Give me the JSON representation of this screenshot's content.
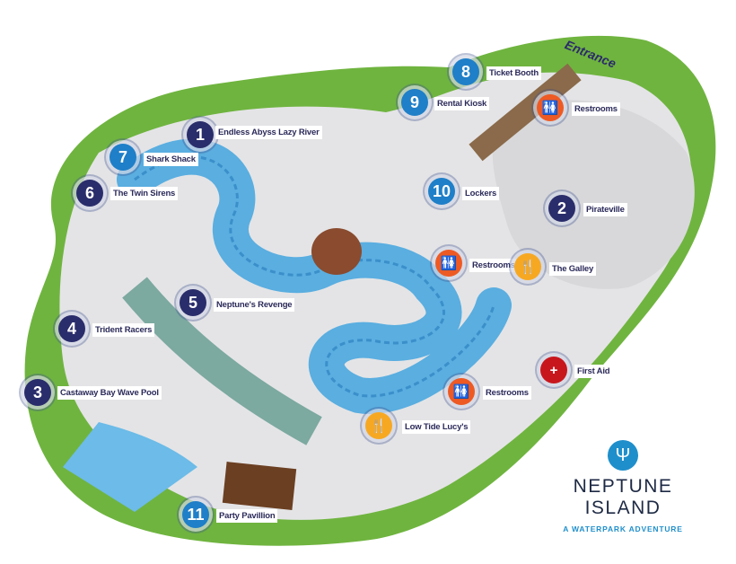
{
  "park": {
    "name": "NEPTUNE ISLAND",
    "tagline": "A WATERPARK ADVENTURE",
    "logo_icon": "trident-icon",
    "entrance_label": "Entrance"
  },
  "colors": {
    "numbered_attraction": "#2a2d6b",
    "numbered_service": "#1f7fc8",
    "restrooms": "#ee5a24",
    "food": "#f7a823",
    "first_aid": "#c8161d",
    "grass": "#6fb43f",
    "path": "#e4e4e6",
    "water": "#5aaee0"
  },
  "markers": [
    {
      "number": "1",
      "label": "Endless Abyss Lazy River",
      "kind": "numbered_attraction"
    },
    {
      "number": "2",
      "label": "Pirateville",
      "kind": "numbered_attraction"
    },
    {
      "number": "3",
      "label": "Castaway Bay Wave Pool",
      "kind": "numbered_attraction"
    },
    {
      "number": "4",
      "label": "Trident Racers",
      "kind": "numbered_attraction"
    },
    {
      "number": "5",
      "label": "Neptune's Revenge",
      "kind": "numbered_attraction"
    },
    {
      "number": "6",
      "label": "The Twin Sirens",
      "kind": "numbered_attraction"
    },
    {
      "number": "7",
      "label": "Shark Shack",
      "kind": "numbered_service"
    },
    {
      "number": "8",
      "label": "Ticket Booth",
      "kind": "numbered_service"
    },
    {
      "number": "9",
      "label": "Rental Kiosk",
      "kind": "numbered_service"
    },
    {
      "number": "10",
      "label": "Lockers",
      "kind": "numbered_service"
    },
    {
      "number": "11",
      "label": "Party Pavillion",
      "kind": "numbered_service"
    },
    {
      "number": "",
      "icon": "restroom-icon",
      "label": "Restrooms",
      "kind": "restrooms"
    },
    {
      "number": "",
      "icon": "restroom-icon",
      "label": "Restrooms",
      "kind": "restrooms"
    },
    {
      "number": "",
      "icon": "restroom-icon",
      "label": "Restrooms",
      "kind": "restrooms"
    },
    {
      "number": "",
      "icon": "fork-knife-icon",
      "label": "The Galley",
      "kind": "food"
    },
    {
      "number": "",
      "icon": "fork-knife-icon",
      "label": "Low Tide Lucy's",
      "kind": "food"
    },
    {
      "number": "",
      "icon": "first-aid-cross-icon",
      "label": "First Aid",
      "kind": "first_aid"
    }
  ]
}
